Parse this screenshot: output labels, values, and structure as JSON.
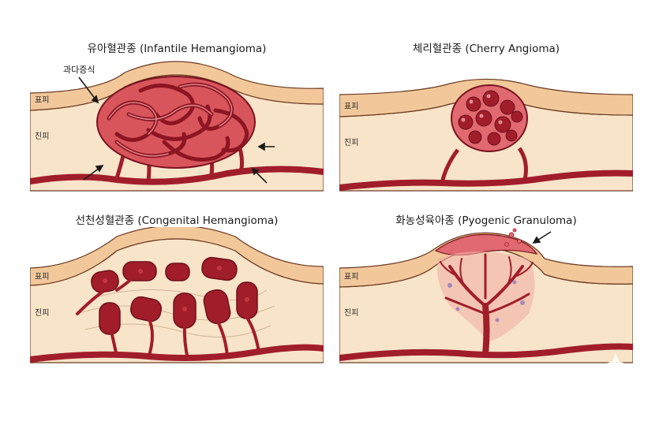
{
  "panels": [
    {
      "title": "유아혈관종 (Infantile Hemangioma)",
      "annotation": "과다증식",
      "epidermis": "표피",
      "dermis": "진피"
    },
    {
      "title": "체리혈관종 (Cherry Angioma)",
      "epidermis": "표피",
      "dermis": "진피"
    },
    {
      "title": "선천성혈관종 (Congenital Hemangioma)",
      "epidermis": "표피",
      "dermis": "진피"
    },
    {
      "title": "화농성육아종 (Pyogenic Granuloma)",
      "epidermis": "표피",
      "dermis": "진피"
    }
  ],
  "colors": {
    "epidermis": "#f2c89a",
    "dermis": "#f8e4c8",
    "vessel": "#a11d2a",
    "vessel_light": "#d94a52",
    "outline": "#5a1a10"
  }
}
